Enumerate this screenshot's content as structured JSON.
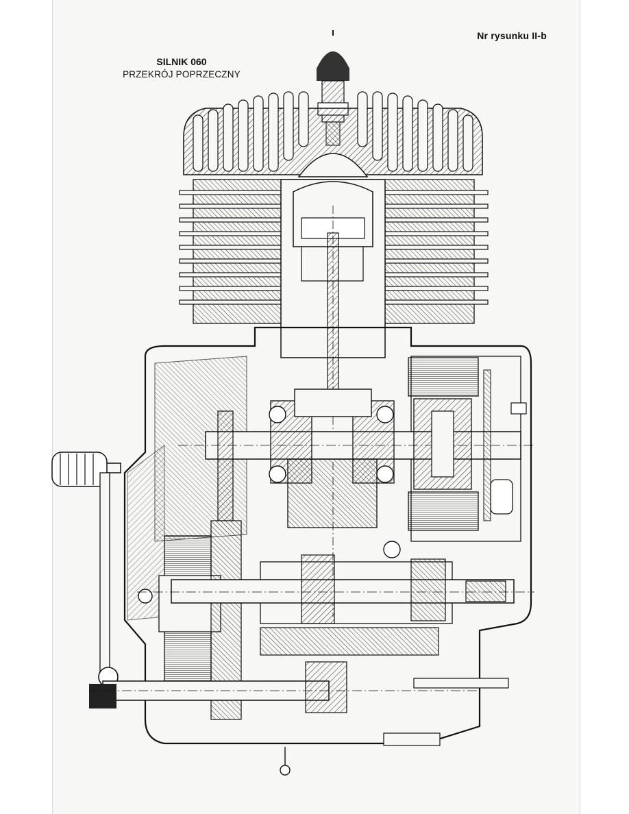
{
  "header": {
    "drawing_number": "Nr rysunku II-b",
    "title": "SILNIK 060",
    "subtitle": "PRZEKRÓJ POPRZECZNY"
  }
}
